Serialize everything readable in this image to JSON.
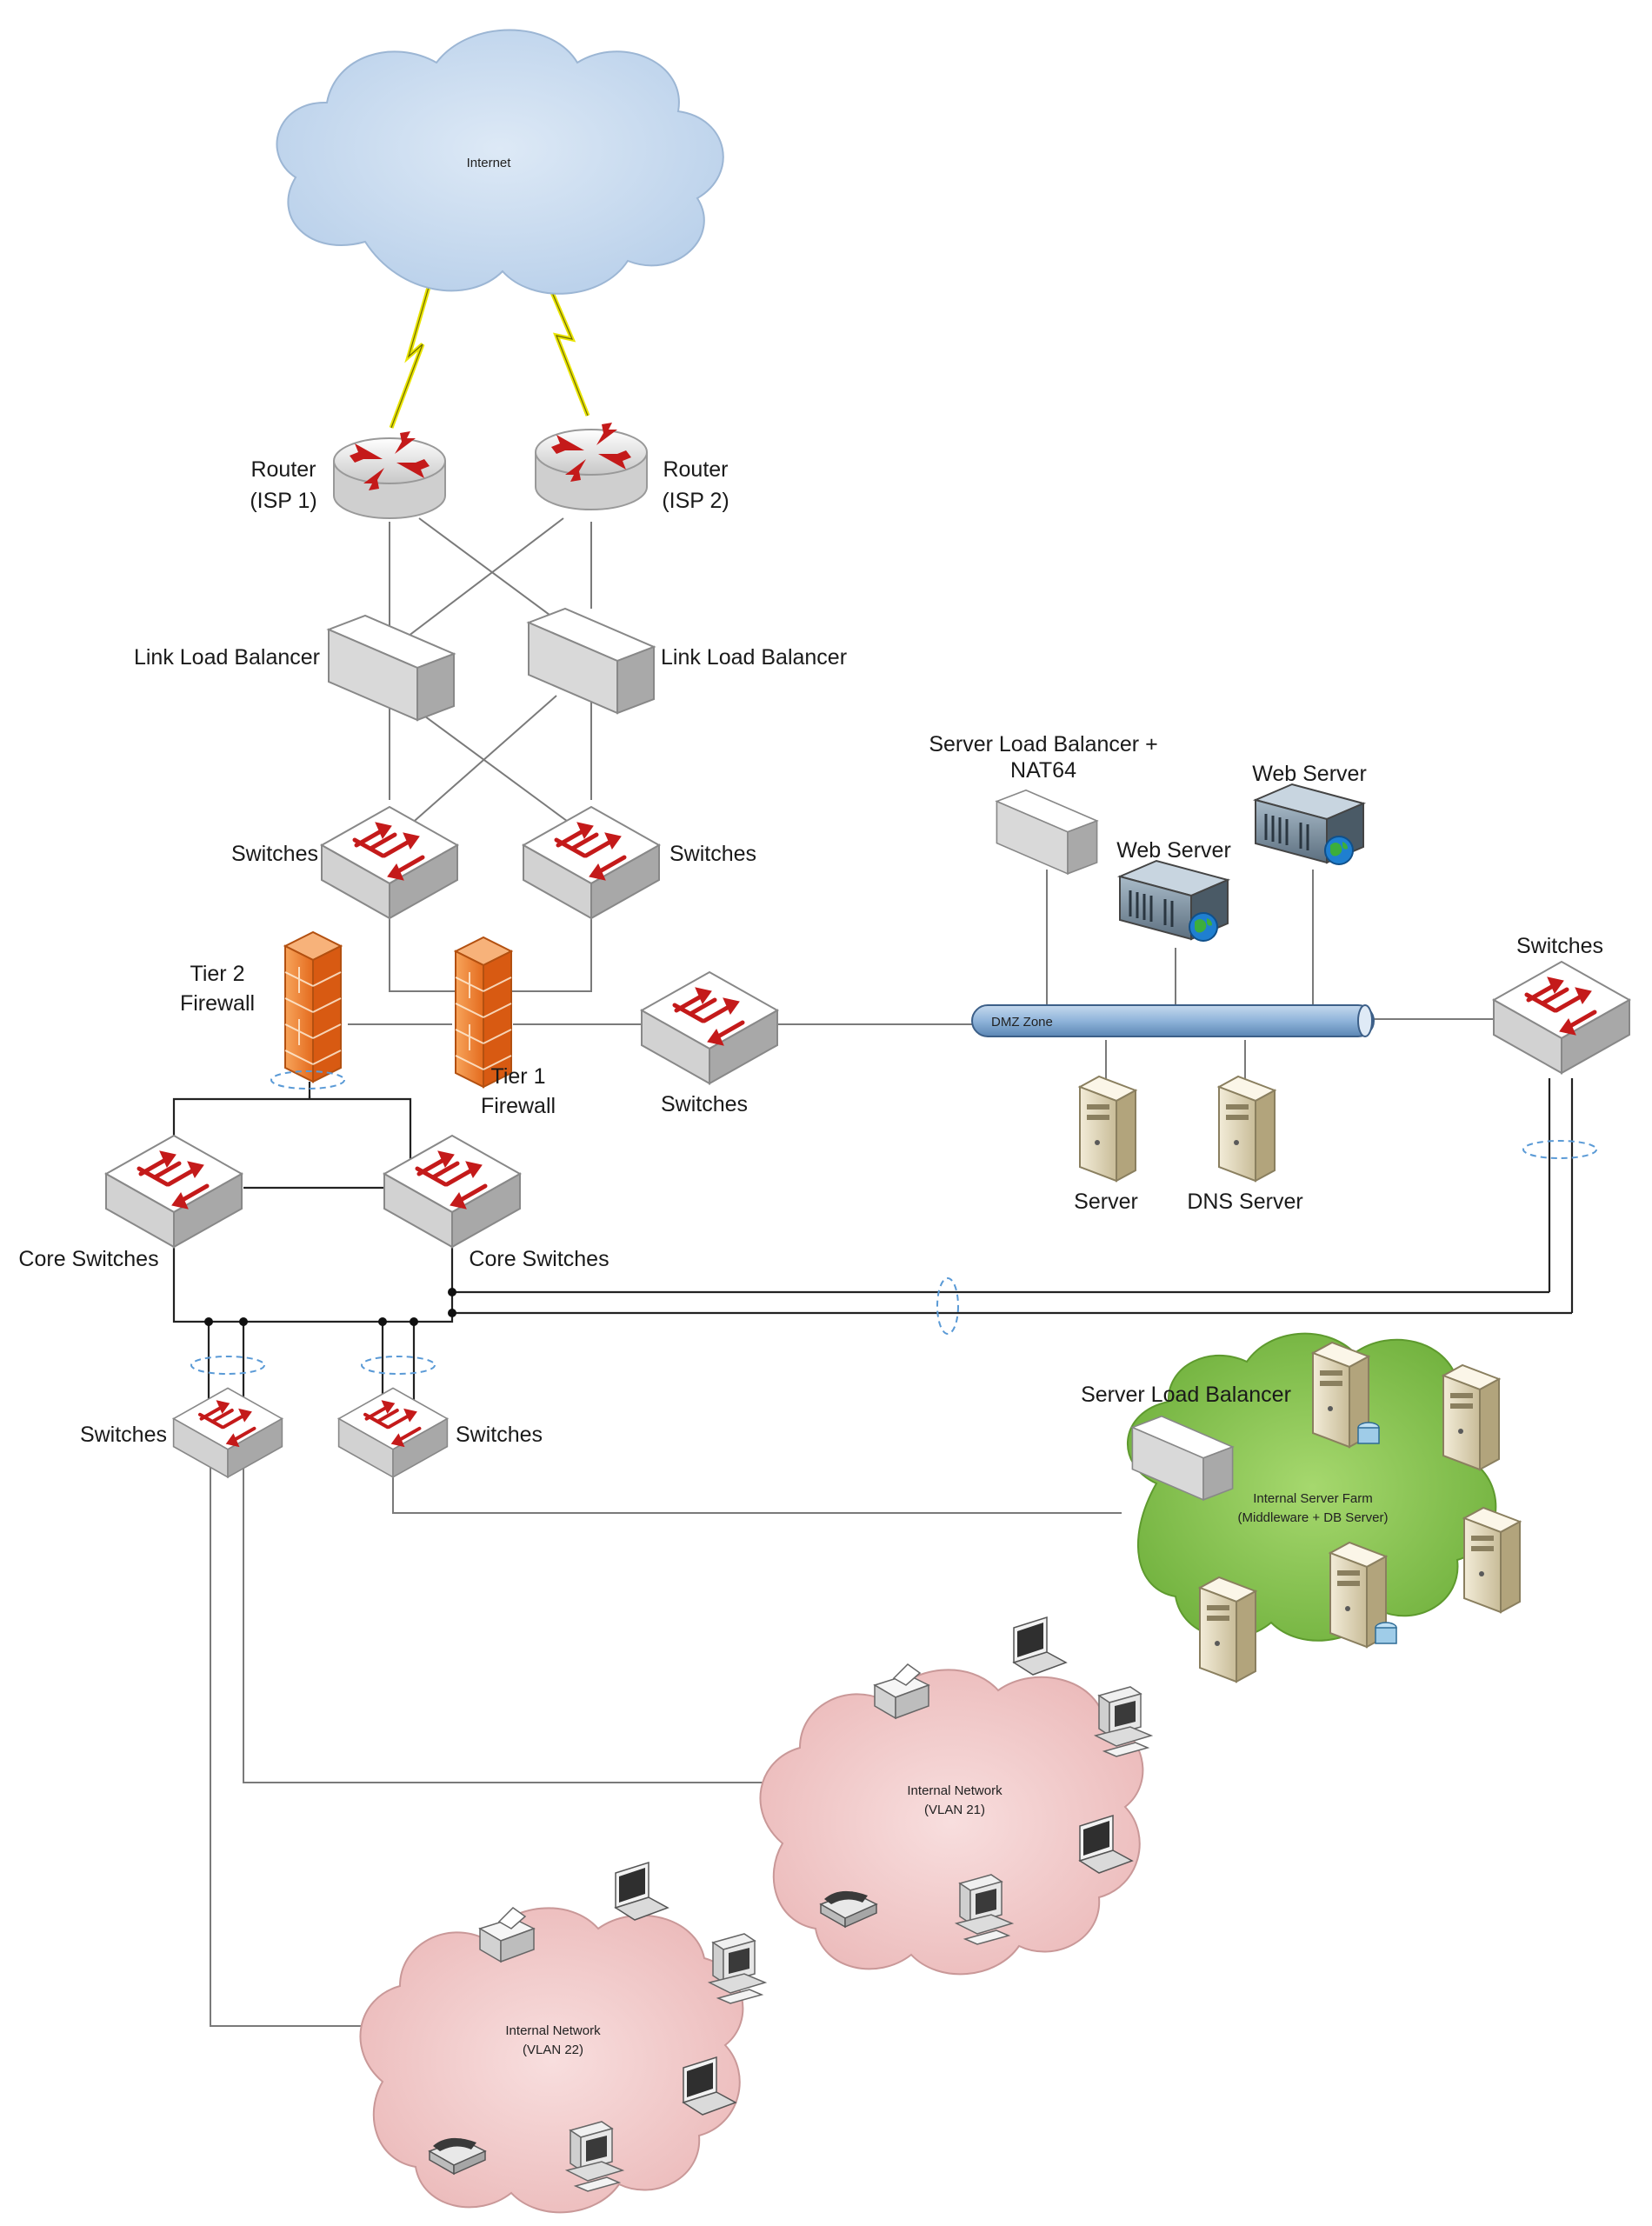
{
  "diagram": {
    "internet": "Internet",
    "router1": [
      "Router",
      "(ISP 1)"
    ],
    "router2": [
      "Router",
      "(ISP 2)"
    ],
    "llb_left": "Link Load Balancer",
    "llb_right": "Link Load Balancer",
    "switches_left": "Switches",
    "switches_right": "Switches",
    "tier2_firewall": [
      "Tier 2",
      "Firewall"
    ],
    "tier1_firewall": [
      "Tier 1",
      "Firewall"
    ],
    "switches_mid": "Switches",
    "slb_nat": [
      "Server Load Balancer +",
      "NAT64"
    ],
    "web_server_1": "Web Server",
    "web_server_2": "Web Server",
    "dmz_zone": "DMZ Zone",
    "switches_far_right": "Switches",
    "server": "Server",
    "dns_server": "DNS Server",
    "core_switches_left": "Core Switches",
    "core_switches_right": "Core Switches",
    "access_switch_left": "Switches",
    "access_switch_right": "Switches",
    "server_load_balancer": "Server Load Balancer",
    "server_farm": [
      "Internal Server Farm",
      "(Middleware + DB Server)"
    ],
    "vlan21": [
      "Internal Network",
      "(VLAN 21)"
    ],
    "vlan22": [
      "Internal Network",
      "(VLAN 22)"
    ]
  },
  "colors": {
    "internet_cloud": "#c9dcf0",
    "server_farm_cloud": "#8ac650",
    "internal_cloud": "#f2c9c9",
    "firewall": "#f08a3a",
    "router_arrows": "#c41a1a",
    "dmz_pipe": "#8fb4da",
    "vlan_ring": "#5a9ad6"
  }
}
